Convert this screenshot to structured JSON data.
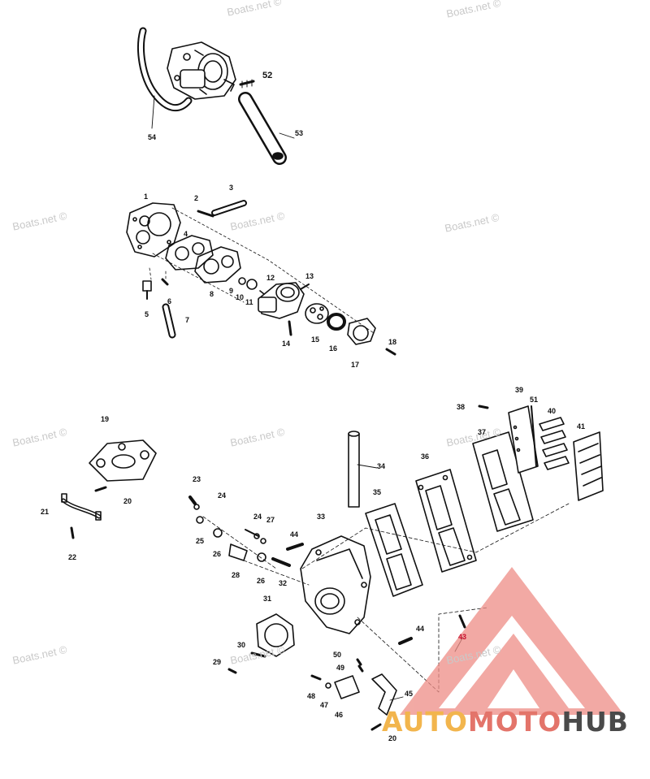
{
  "watermarks": [
    "Boats.net ©",
    "Boats.net ©",
    "Boats.net ©",
    "Boats.net ©",
    "Boats.net ©",
    "Boats.net ©",
    "Boats.net ©",
    "Boats.net ©",
    "Boats.net ©",
    "Boats.net ©",
    "Boats.net ©"
  ],
  "brand": {
    "part1": "AUTO",
    "part2": "MOTO",
    "part3": "HUB",
    "colors": {
      "triangle": "#ee8d86",
      "auto": "#f2b54d",
      "moto": "#e3746a",
      "hub": "#4a4a4a"
    }
  },
  "callouts": [
    "52",
    "53",
    "54",
    "1",
    "2",
    "3",
    "4",
    "5",
    "6",
    "7",
    "8",
    "9",
    "10",
    "11",
    "12",
    "13",
    "14",
    "15",
    "16",
    "17",
    "18",
    "19",
    "20",
    "21",
    "22",
    "23",
    "24",
    "25",
    "26",
    "24",
    "27",
    "28",
    "26",
    "32",
    "44",
    "33",
    "34",
    "35",
    "36",
    "37",
    "38",
    "39",
    "51",
    "40",
    "41",
    "31",
    "30",
    "29",
    "50",
    "49",
    "48",
    "47",
    "46",
    "45",
    "44",
    "43",
    "20"
  ],
  "highlighted_callout_index": 55
}
